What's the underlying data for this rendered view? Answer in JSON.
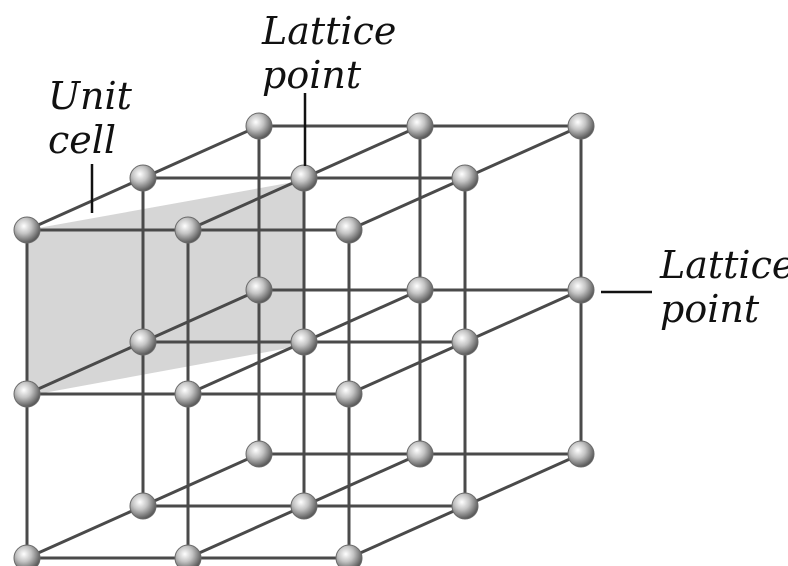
{
  "labels": {
    "unit_cell_line1": "Unit",
    "unit_cell_line2": "cell",
    "lattice_point_top_line1": "Lattice",
    "lattice_point_top_line2": "point",
    "lattice_point_right_line1": "Lattice",
    "lattice_point_right_line2": "point"
  },
  "lattice": {
    "size": [
      3,
      3,
      3
    ],
    "highlighted_face": "unit cell front face (top-left)"
  },
  "colors": {
    "edge": "#4a4a4a",
    "unit_cell_fill": "#d6d6d6",
    "sphere_light": "#ffffff",
    "sphere_mid": "#b8b8b8",
    "sphere_dark": "#555555",
    "leader": "#111111"
  }
}
